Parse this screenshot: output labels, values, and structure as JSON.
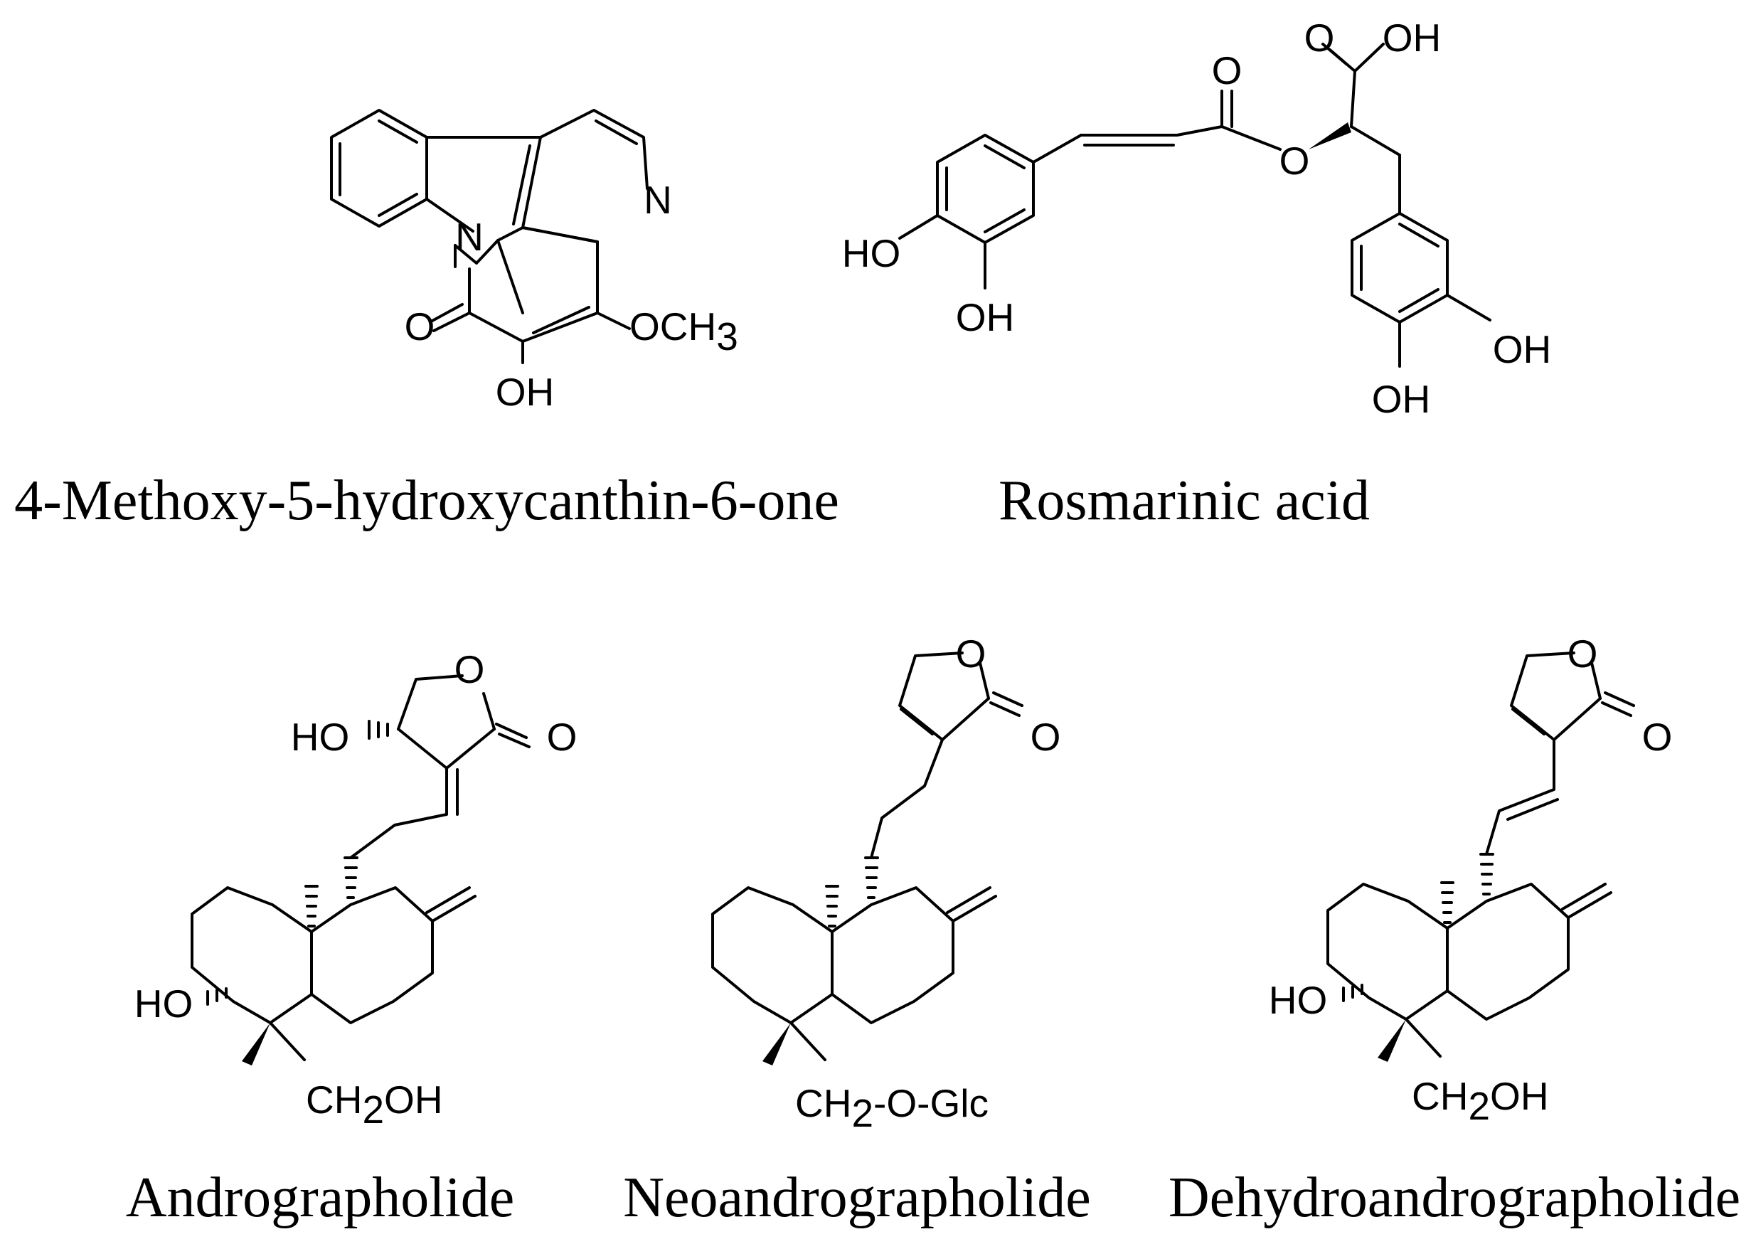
{
  "figure": {
    "compounds": [
      {
        "name": "4-Methoxy-5-hydroxycanthin-6-one",
        "atoms": {
          "n_ring": "N",
          "n_pyridine": "N",
          "carbonyl": "O",
          "hydroxyl": "OH",
          "methoxy": "OCH",
          "methoxy_sub": "3"
        }
      },
      {
        "name": "Rosmarinic acid",
        "atoms": {
          "acid_carbonyl": "O",
          "acid_oh": "OH",
          "ester_carbonyl": "O",
          "ester_oxygen": "O",
          "left_oh_a": "HO",
          "left_oh_b": "OH",
          "right_oh_a": "OH",
          "right_oh_b": "OH"
        }
      },
      {
        "name": "Andrographolide",
        "atoms": {
          "ring_o": "O",
          "carbonyl": "O",
          "lactone_oh": "HO",
          "ring_oh": "HO",
          "ch2oh_a": "CH",
          "ch2oh_sub": "2",
          "ch2oh_b": "OH"
        }
      },
      {
        "name": "Neoandrographolide",
        "atoms": {
          "ring_o": "O",
          "carbonyl": "O",
          "glc_a": "CH",
          "glc_sub": "2",
          "glc_b": "-O-Glc"
        }
      },
      {
        "name": "Dehydroandrographolide",
        "atoms": {
          "ring_o": "O",
          "carbonyl": "O",
          "ring_oh": "HO",
          "ch2oh_a": "CH",
          "ch2oh_sub": "2",
          "ch2oh_b": "OH"
        }
      }
    ]
  }
}
